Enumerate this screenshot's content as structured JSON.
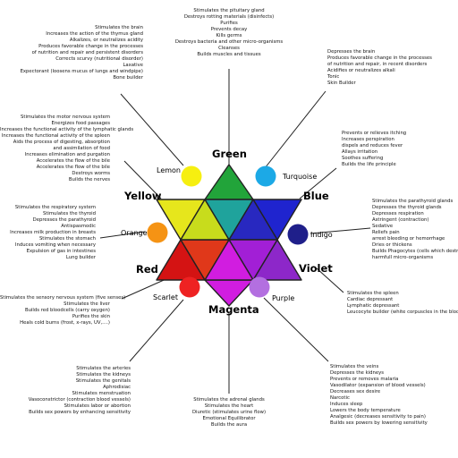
{
  "colors": {
    "green": "#22a43a",
    "turquoise": "#1ca9e6",
    "blue": "#1f24cf",
    "indigo": "#1f1f8a",
    "violet": "#8d27c9",
    "purple": "#b36fe0",
    "magenta": "#d11de0",
    "scarlet": "#ee2222",
    "red": "#d41313",
    "orange": "#f59314",
    "yellow": "#e6e61c",
    "lemon": "#f6ef10",
    "line": "#222222"
  },
  "labels": {
    "green": "Green",
    "blue": "Blue",
    "violet": "Violet",
    "magenta": "Magenta",
    "red": "Red",
    "yellow": "Yellow",
    "turquoise": "Turquoise",
    "indigo": "Indigo",
    "purple": "Purple",
    "scarlet": "Scarlet",
    "orange": "Orange",
    "lemon": "Lemon"
  },
  "descriptions": {
    "green": [
      "Stimulates the pituitary gland",
      "Destroys rotting materials (disinfects)",
      "Purifies",
      "Prevents decay",
      "Kills germs",
      "Destroys bacteria and other micro-organisms",
      "Cleanses",
      "Builds muscles and tissues"
    ],
    "lemon": [
      "Stimulates the brain",
      "Increases the action of the thymus gland",
      "Alkalizes, or neutralizes acidity",
      "Produces favorable change in the processes",
      "of nutrition and repair and persistent disorders",
      "Corrects scurvy (nutritional disorder)",
      "Laxative",
      "Expectorant (loosens mucus of lungs and windpipe)",
      "Bone builder"
    ],
    "turquoise": [
      "Depresses the brain",
      "Produces favorable change in the processes",
      "of nutrition and repair, in recent disorders",
      "Acidifies or neutralizes alkali",
      "Tonic",
      "Skin Builder"
    ],
    "yellow": [
      "Stimulates the motor nervous system",
      "Energizes food passages",
      "Increases the functional activity of the lymphatic glands",
      "Increases the functional activity of the spleen",
      "Aids the process of digesting, absorption",
      "and assimilation of food",
      "Increases elimination and purgation",
      "Accelerates the flow of the bile",
      "Accelerates the flow of the bile",
      "Destroys worms",
      "Builds the nerves"
    ],
    "blue": [
      "Prevents or relieves itching",
      "Increases perspiration",
      "dispels and reduces fever",
      "Allays irritation",
      "Soothes suffering",
      "Builds the life principle"
    ],
    "orange": [
      "Stimulates the respiratory system",
      "Stimulates the thyroid",
      "Depresses the parathyroid",
      "Antispasmodic",
      "Increases milk production in breasts",
      "Stimulates the stomach",
      "Induces vomiting when necessary",
      "Expulsion of gas in intestines",
      "Lung builder"
    ],
    "indigo": [
      "Stimulates the parathyroid glands",
      "Depresses the thyroid glands",
      "Depresses respiration",
      "Astringent (contraction)",
      "Sedative",
      "Reliefs pain",
      "arrest bleeding or hemorrhage",
      "Dries or thickens",
      "Builds Phagocytes (cells which destroy",
      "harmfull micro-organisms"
    ],
    "scarlet": [
      "Stimulates the sensory nervous system (five senses)",
      "Stimulates the liver",
      "Builds red bloodcells (carry oxygen)",
      "Purifies the skin",
      "Heals cold burns (frost, x-rays, UV,....)"
    ],
    "violet": [
      "Stimulates the spleen",
      "Cardiac depressant",
      "Lymphatic depressant",
      "Leucocyte builder (white corpuscles in the blood)"
    ],
    "red": [
      "Stimulates the arteries",
      "Stimulates the kidneys",
      "Stimulates the genitals",
      "Aphrodisiac",
      "Stimulates menstruation",
      "Vasoconstrictor (contraction blood vessels)",
      "Stimulates labor or abortion",
      "Builds sex powers by enhancing sensitivity"
    ],
    "magenta": [
      "Stimulates the adrenal glands",
      "Stimulates the heart",
      "Diuretic (stimulates urine flow)",
      "Emotional Equilibrator",
      "Builds the aura"
    ],
    "purple": [
      "Stimulates the veins",
      "Depresses the kidneys",
      "Prevents or removes malaria",
      "Vasodilator (expansion of blood vessels)",
      "Decreases sex desire",
      "Narcotic",
      "Induces sleep",
      "Lowers the body temperature",
      "Analgesic (decreases sensitivity to pain)",
      "Builds sex powers by lowering sensitivity"
    ]
  }
}
